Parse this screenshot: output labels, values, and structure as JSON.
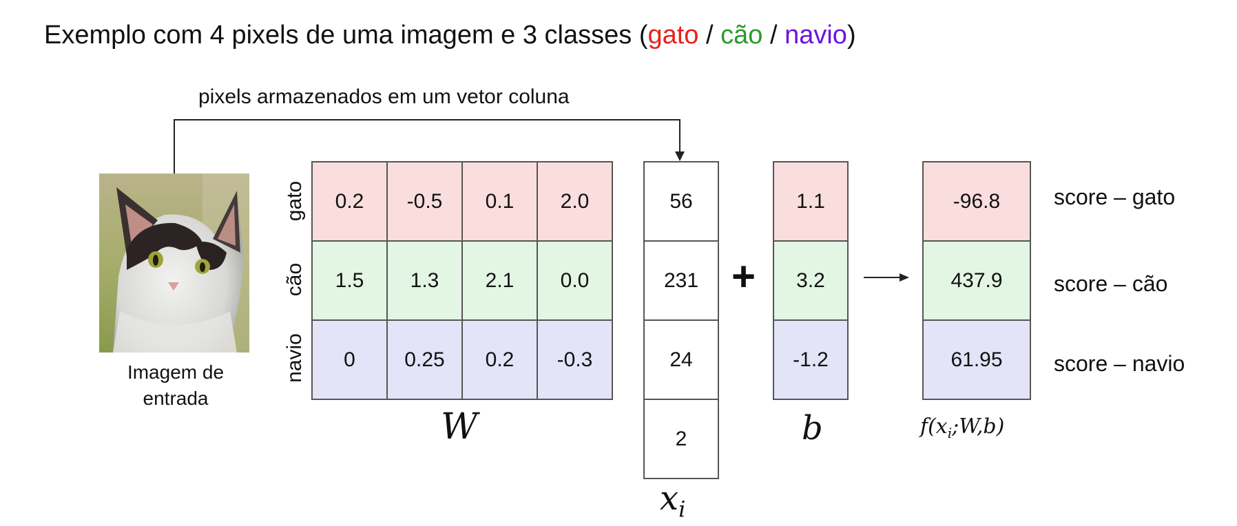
{
  "title": {
    "prefix": "Exemplo com 4 pixels de uma imagem e 3 classes (",
    "gato": "gato",
    "sep1": " / ",
    "cao": "cão",
    "sep2": " / ",
    "navio": "navio",
    "suffix": ")"
  },
  "colors": {
    "gato": "#e8211c",
    "cao": "#2a9a2a",
    "navio": "#6a14e0",
    "row_gato_bg": "#f9dedd",
    "row_cao_bg": "#e2f6e3",
    "row_navio_bg": "#e4e4f8"
  },
  "annotation": "pixels armazenados em um vetor coluna",
  "input_image": {
    "depicts": "cat-photo",
    "caption_line1": "Imagem de",
    "caption_line2": "entrada"
  },
  "row_labels": [
    "gato",
    "cão",
    "navio"
  ],
  "weights": {
    "label": "W",
    "rows": [
      [
        "0.2",
        "-0.5",
        "0.1",
        "2.0"
      ],
      [
        "1.5",
        "1.3",
        "2.1",
        "0.0"
      ],
      [
        "0",
        "0.25",
        "0.2",
        "-0.3"
      ]
    ]
  },
  "pixels": {
    "label_base": "x",
    "label_sub": "i",
    "values": [
      "56",
      "231",
      "24",
      "2"
    ]
  },
  "operator": "+",
  "bias": {
    "label": "b",
    "values": [
      "1.1",
      "3.2",
      "-1.2"
    ]
  },
  "result": {
    "label_f": "f(x",
    "label_sub": "i",
    "label_rest": ";W,b)",
    "values": [
      "-96.8",
      "437.9",
      "61.95"
    ]
  },
  "scores": [
    "score – gato",
    "score – cão",
    "score – navio"
  ]
}
